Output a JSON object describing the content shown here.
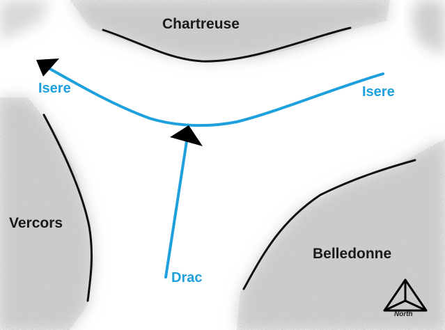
{
  "massifs": {
    "chartreuse": "Chartreuse",
    "vercors": "Vercors",
    "belledonne": "Belledonne"
  },
  "rivers": {
    "isere_west": "Isere",
    "isere_east": "Isere",
    "drac": "Drac"
  },
  "compass": {
    "label": "North"
  },
  "colors": {
    "river": "#1ea0dc",
    "ridge": "#111111",
    "terrain": "#c8c8c8",
    "label": "#1a1a1a"
  },
  "icons": {
    "compass": "north-arrow-icon",
    "flow_arrow": "arrowhead-icon"
  }
}
